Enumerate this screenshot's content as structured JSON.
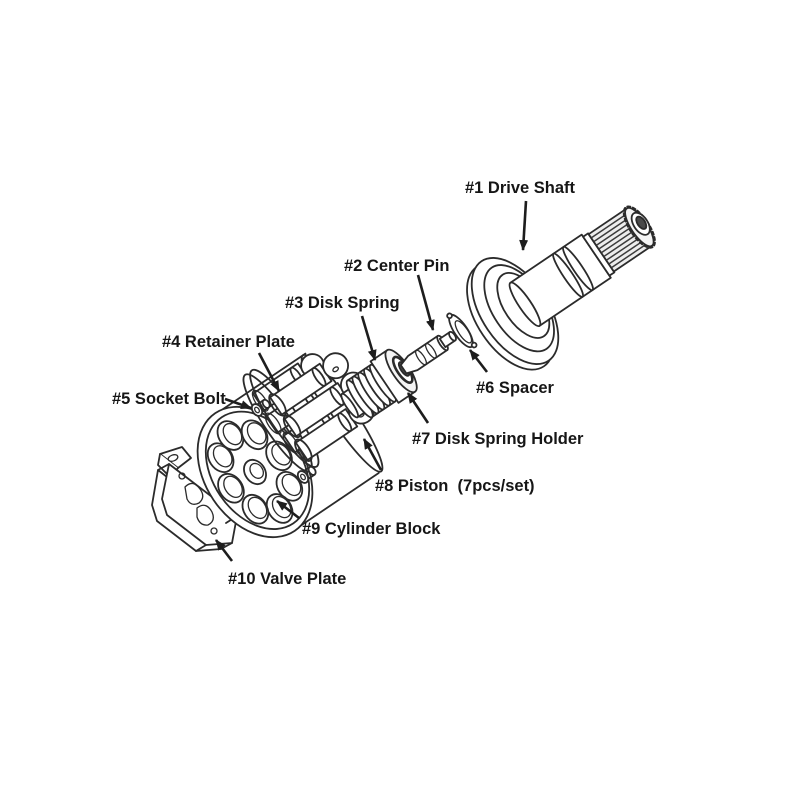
{
  "colors": {
    "background": "#ffffff",
    "line": "#2b2b2b",
    "text": "#161616"
  },
  "parts": [
    {
      "label": "#1 Drive Shaft"
    },
    {
      "label": "#2 Center Pin"
    },
    {
      "label": "#3 Disk Spring"
    },
    {
      "label": "#4 Retainer Plate"
    },
    {
      "label": "#5 Socket Bolt"
    },
    {
      "label": "#6 Spacer"
    },
    {
      "label": "#7 Disk Spring Holder"
    },
    {
      "label": "#8 Piston  (7pcs/set)"
    },
    {
      "label": "#9 Cylinder Block"
    },
    {
      "label": "#10 Valve Plate"
    }
  ]
}
